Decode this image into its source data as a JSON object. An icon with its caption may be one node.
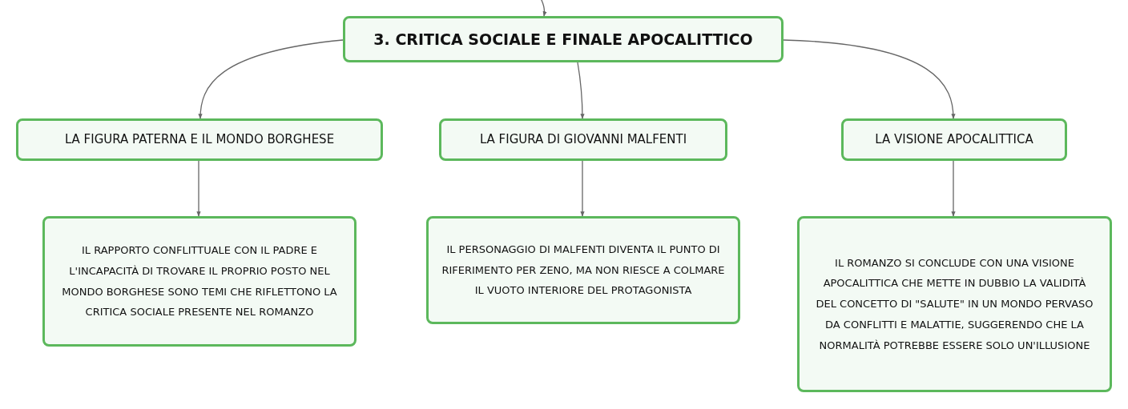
{
  "diagram": {
    "nodes": [
      {
        "text": [
          "3. CRITICA SOCIALE E FINALE APOCALITTICO"
        ]
      },
      {
        "text": [
          "LA FIGURA PATERNA E IL MONDO BORGHESE"
        ]
      },
      {
        "text": [
          "LA FIGURA DI GIOVANNI MALFENTI"
        ]
      },
      {
        "text": [
          "LA VISIONE APOCALITTICA"
        ]
      },
      {
        "text": [
          "IL RAPPORTO CONFLITTUALE CON IL PADRE E L'INCAPACITÀ DI TROVARE IL PROPRIO POSTO NEL MONDO BORGHESE SONO TEMI CHE RIFLETTONO LA CRITICA SOCIALE PRESENTE NEL ROMANZO"
        ]
      },
      {
        "text": [
          "IL PERSONAGGIO DI MALFENTI DIVENTA IL PUNTO DI RIFERIMENTO PER ZENO, MA NON RIESCE A COLMARE IL VUOTO INTERIORE DEL PROTAGONISTA"
        ]
      },
      {
        "text": [
          "IL ROMANZO SI CONCLUDE CON UNA VISIONE APOCALITTICA CHE METTE IN DUBBIO LA VALIDITÀ DEL CONCETTO DI \"SALUTE\" IN UN MONDO PERVASO DA CONFLITTI E MALATTIE, SUGGERENDO CHE LA NORMALITÀ POTREBBE ESSERE SOLO UN'ILLUSIONE"
        ]
      }
    ],
    "edges": [
      {
        "from": null,
        "to": 0,
        "arrow": "to"
      },
      {
        "from": 0,
        "to": 1,
        "arrow": "to"
      },
      {
        "from": 0,
        "to": 2,
        "arrow": "to"
      },
      {
        "from": 0,
        "to": 3,
        "arrow": "to"
      },
      {
        "from": 1,
        "to": 4,
        "arrow": "to"
      },
      {
        "from": 2,
        "to": 5,
        "arrow": "to"
      },
      {
        "from": 3,
        "to": 6,
        "arrow": "to"
      }
    ]
  }
}
